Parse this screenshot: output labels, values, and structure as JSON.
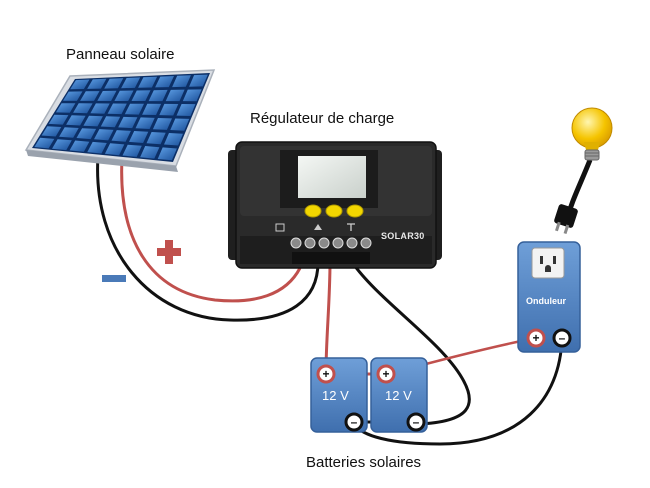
{
  "labels": {
    "solar_panel": "Panneau solaire",
    "charge_controller": "Régulateur de charge",
    "batteries": "Batteries solaires",
    "controller_brand": "SOLAR30",
    "inverter": "Onduleur",
    "battery_1_voltage": "12 V",
    "battery_2_voltage": "12 V"
  },
  "colors": {
    "positive_wire": "#c0504d",
    "negative_wire": "#111111",
    "battery_fill": "#4f81bd",
    "inverter_fill": "#4f81bd",
    "panel_cell": "#1f5fae",
    "controller_body": "#2a2a2a",
    "controller_button": "#f2d600",
    "plus_sign": "#c0504d",
    "minus_sign": "#4a7ab8",
    "bulb_glow": "#f5c400"
  },
  "icons": [
    "plus-sign-icon",
    "minus-sign-icon",
    "light-bulb-icon",
    "power-plug-icon",
    "wall-outlet-icon"
  ]
}
